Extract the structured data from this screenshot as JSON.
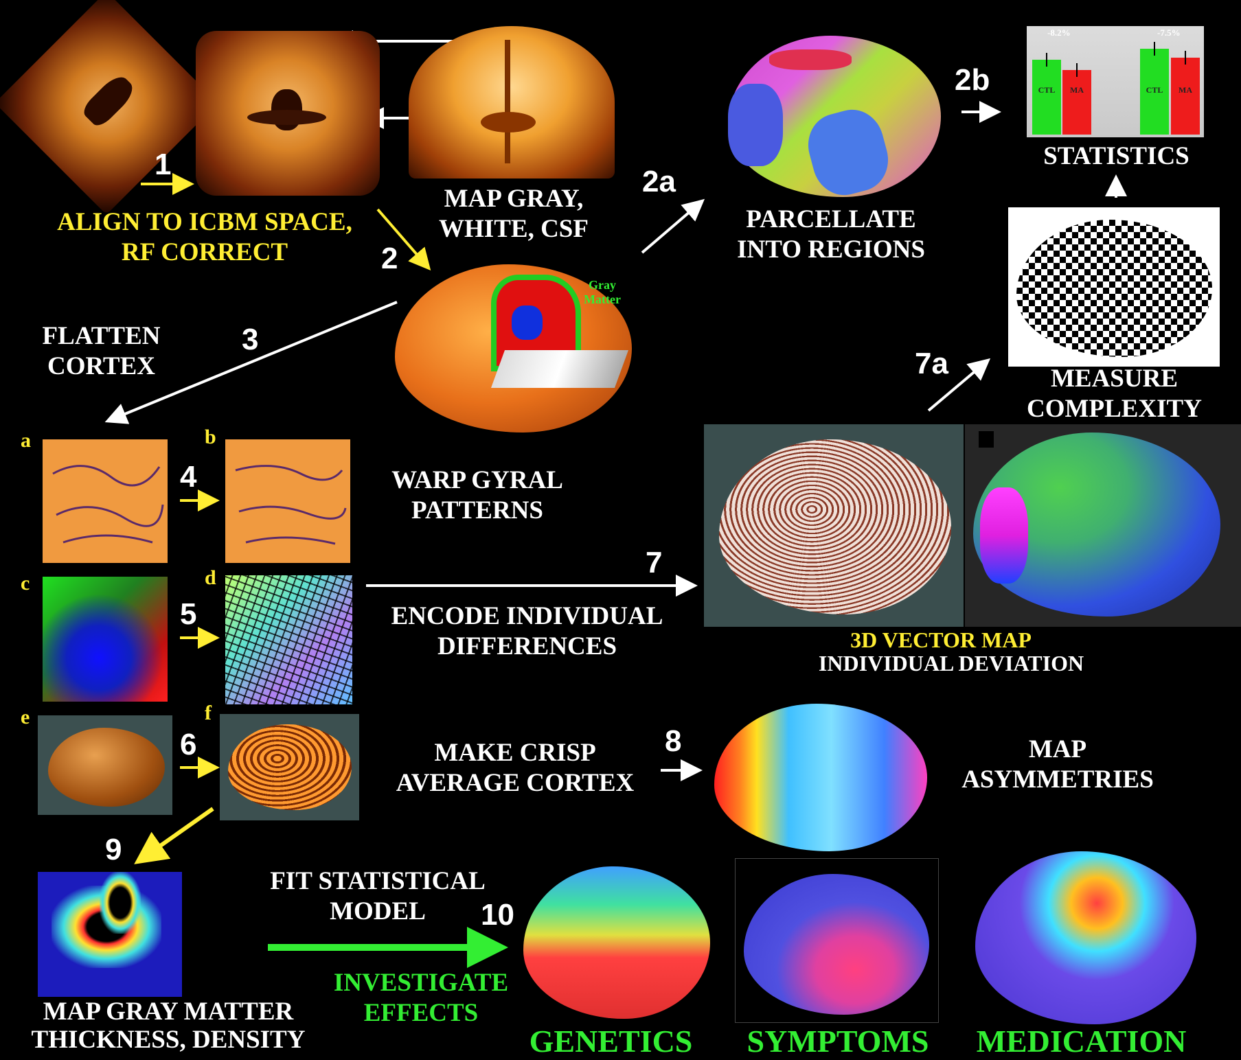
{
  "steps": {
    "s1": "1",
    "s2": "2",
    "s2a": "2a",
    "s2b": "2b",
    "s3": "3",
    "s4": "4",
    "s5": "5",
    "s6": "6",
    "s7": "7",
    "s7a": "7a",
    "s8": "8",
    "s9": "9",
    "s10": "10"
  },
  "panel_letters": {
    "a": "a",
    "b": "b",
    "c": "c",
    "d": "d",
    "e": "e",
    "f": "f"
  },
  "labels": {
    "align": [
      "ALIGN TO ICBM SPACE,",
      "RF CORRECT"
    ],
    "map_tissue": [
      "MAP GRAY,",
      "WHITE, CSF"
    ],
    "parcellate": [
      "PARCELLATE",
      "INTO REGIONS"
    ],
    "statistics": "STATISTICS",
    "flatten": [
      "FLATTEN",
      "CORTEX"
    ],
    "measure": [
      "MEASURE",
      "COMPLEXITY"
    ],
    "warp": [
      "WARP  GYRAL",
      "PATTERNS"
    ],
    "encode": [
      "ENCODE INDIVIDUAL",
      "DIFFERENCES"
    ],
    "vector_map": "3D VECTOR MAP",
    "deviation": "INDIVIDUAL DEVIATION",
    "crisp": [
      "MAKE CRISP",
      "AVERAGE CORTEX"
    ],
    "asym": [
      "MAP",
      "ASYMMETRIES"
    ],
    "fit": [
      "FIT STATISTICAL",
      "MODEL"
    ],
    "investigate": [
      "INVESTIGATE",
      "EFFECTS"
    ],
    "thickness": [
      "MAP GRAY MATTER",
      "THICKNESS, DENSITY"
    ],
    "genetics": "GENETICS",
    "symptoms": "SYMPTOMS",
    "medication": "MEDICATION",
    "gray_matter": [
      "Gray",
      "Matter"
    ]
  },
  "stats_chart": {
    "bars": [
      {
        "label": "CTL",
        "value": 0.78,
        "color": "#22dd22"
      },
      {
        "label": "MA",
        "value": 0.67,
        "color": "#ee1c1c"
      },
      {
        "label": "CTL",
        "value": 0.89,
        "color": "#22dd22"
      },
      {
        "label": "MA",
        "value": 0.8,
        "color": "#ee1c1c"
      }
    ],
    "pct_labels": [
      "-8.2%",
      "-7.5%"
    ]
  },
  "colors": {
    "white": "#ffffff",
    "yellow": "#ffee33",
    "green": "#33ee33",
    "cortex_orange": "#e8701a",
    "mri_brown": "#5a1f05"
  }
}
